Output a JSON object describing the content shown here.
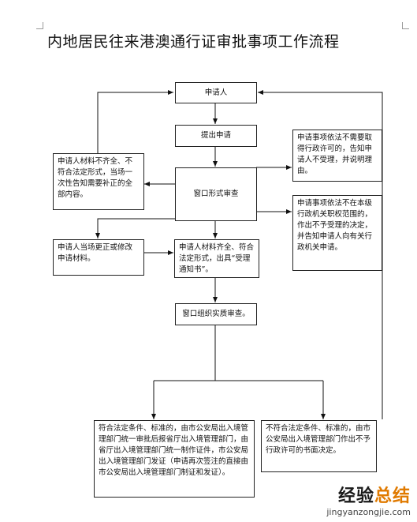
{
  "title": "内地居民往来港澳通行证审批事项工作流程",
  "nodes": {
    "applicant": "申请人",
    "submit": "提出申请",
    "window_review": "窗口形式审查",
    "incomplete": "申请人材料不齐全、不符合法定形式，当场一次性告知需要补正的全部内容。",
    "correct_on_site": "申请人当场更正或修改申请材料。",
    "no_license_needed": "申请事项依法不需要取得行政许可的，告知申请人不受理，并说明理由。",
    "not_in_scope": "申请事项依法不在本级行政机关职权范围的，作出不予受理的决定，并告知申请人向有关行政机关申请。",
    "accepted": "申请人材料齐全、符合法定形式，出具“受理通知书”。",
    "substantive_review": "窗口组织实质审查。",
    "approve": "符合法定条件、标准的，由市公安局出入境管理部门统一审批后报省厅出入境管理部门，由省厅出入境管理部门统一制作证件，市公安局出入境管理部门发证（申请再次签注的直接由市公安局出入境管理部门制证和发证）。",
    "reject": "不符合法定条件、标准的，由市公安局出入境管理部门作出不予行政许可的书面决定。"
  },
  "watermark": {
    "logo_main": "经验",
    "logo_accent": "总结",
    "url": "jingyanzongjie.com"
  }
}
